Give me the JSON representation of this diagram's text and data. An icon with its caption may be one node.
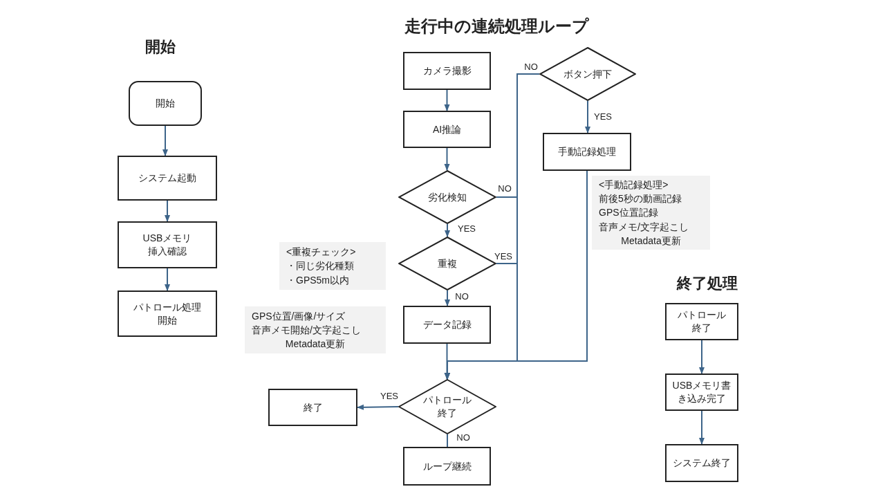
{
  "diagram": {
    "title": "走行中の連続処理ループ",
    "nodes": [
      {
        "text": [
          "開始"
        ]
      },
      {
        "text": [
          "システム起動"
        ]
      },
      {
        "text": [
          "USBメモリ挿入確認"
        ]
      },
      {
        "text": [
          "パトロール処理開始"
        ]
      },
      {
        "text": [
          "カメラ撮影"
        ]
      },
      {
        "text": [
          "AI推論"
        ]
      },
      {
        "text": [
          "劣化検知"
        ]
      },
      {
        "text": [
          "重複"
        ]
      },
      {
        "text": [
          "データ記録"
        ]
      },
      {
        "text": [
          "ボタン押下"
        ]
      },
      {
        "text": [
          "手動記録処理"
        ]
      },
      {
        "text": [
          "パトロール終了"
        ]
      },
      {
        "text": [
          "終了"
        ]
      },
      {
        "text": [
          "ループ継続"
        ]
      },
      {
        "text": [
          "パトロール終了"
        ]
      },
      {
        "text": [
          "USBメモリ書き込み完了"
        ]
      },
      {
        "text": [
          "システム終了"
        ]
      },
      {
        "text": [
          "<重複チェック>",
          "・同じ劣化種類",
          "・GPS5m以内"
        ]
      },
      {
        "text": [
          "GPS位置/画像/サイズ",
          "音声メモ開始/文字起こし",
          "Metadata更新"
        ]
      },
      {
        "text": [
          "<手動記録処理>",
          "前後5秒の動画記録",
          "GPS位置記録",
          "音声メモ/文字起こし",
          "Metadata更新"
        ]
      }
    ],
    "edges": [
      {
        "from": 0,
        "to": 1,
        "arrow": "to"
      },
      {
        "from": 1,
        "to": 2,
        "arrow": "to"
      },
      {
        "from": 2,
        "to": 3,
        "arrow": "to"
      },
      {
        "from": 4,
        "to": 5,
        "arrow": "to"
      },
      {
        "from": 5,
        "to": 6,
        "arrow": "to"
      },
      {
        "from": 6,
        "to": 7,
        "arrow": "to",
        "label": "YES"
      },
      {
        "from": 7,
        "to": 8,
        "arrow": "to",
        "label": "NO"
      },
      {
        "from": 9,
        "to": 10,
        "arrow": "to",
        "label": "YES"
      },
      {
        "from": 6,
        "to": 11,
        "arrow": "to",
        "label": "NO"
      },
      {
        "from": 7,
        "to": 11,
        "arrow": "to",
        "label": "YES"
      },
      {
        "from": 8,
        "to": 11,
        "arrow": "to"
      },
      {
        "from": 9,
        "to": 11,
        "arrow": "to",
        "label": "NO"
      },
      {
        "from": 10,
        "to": 11,
        "arrow": "to"
      },
      {
        "from": 11,
        "to": 12,
        "arrow": "to",
        "label": "YES"
      },
      {
        "from": 11,
        "to": 13,
        "arrow": "none",
        "label": "NO"
      },
      {
        "from": 14,
        "to": 15,
        "arrow": "to"
      },
      {
        "from": 15,
        "to": 16,
        "arrow": "to"
      }
    ],
    "labels": [
      "開始",
      "終了処理"
    ]
  }
}
